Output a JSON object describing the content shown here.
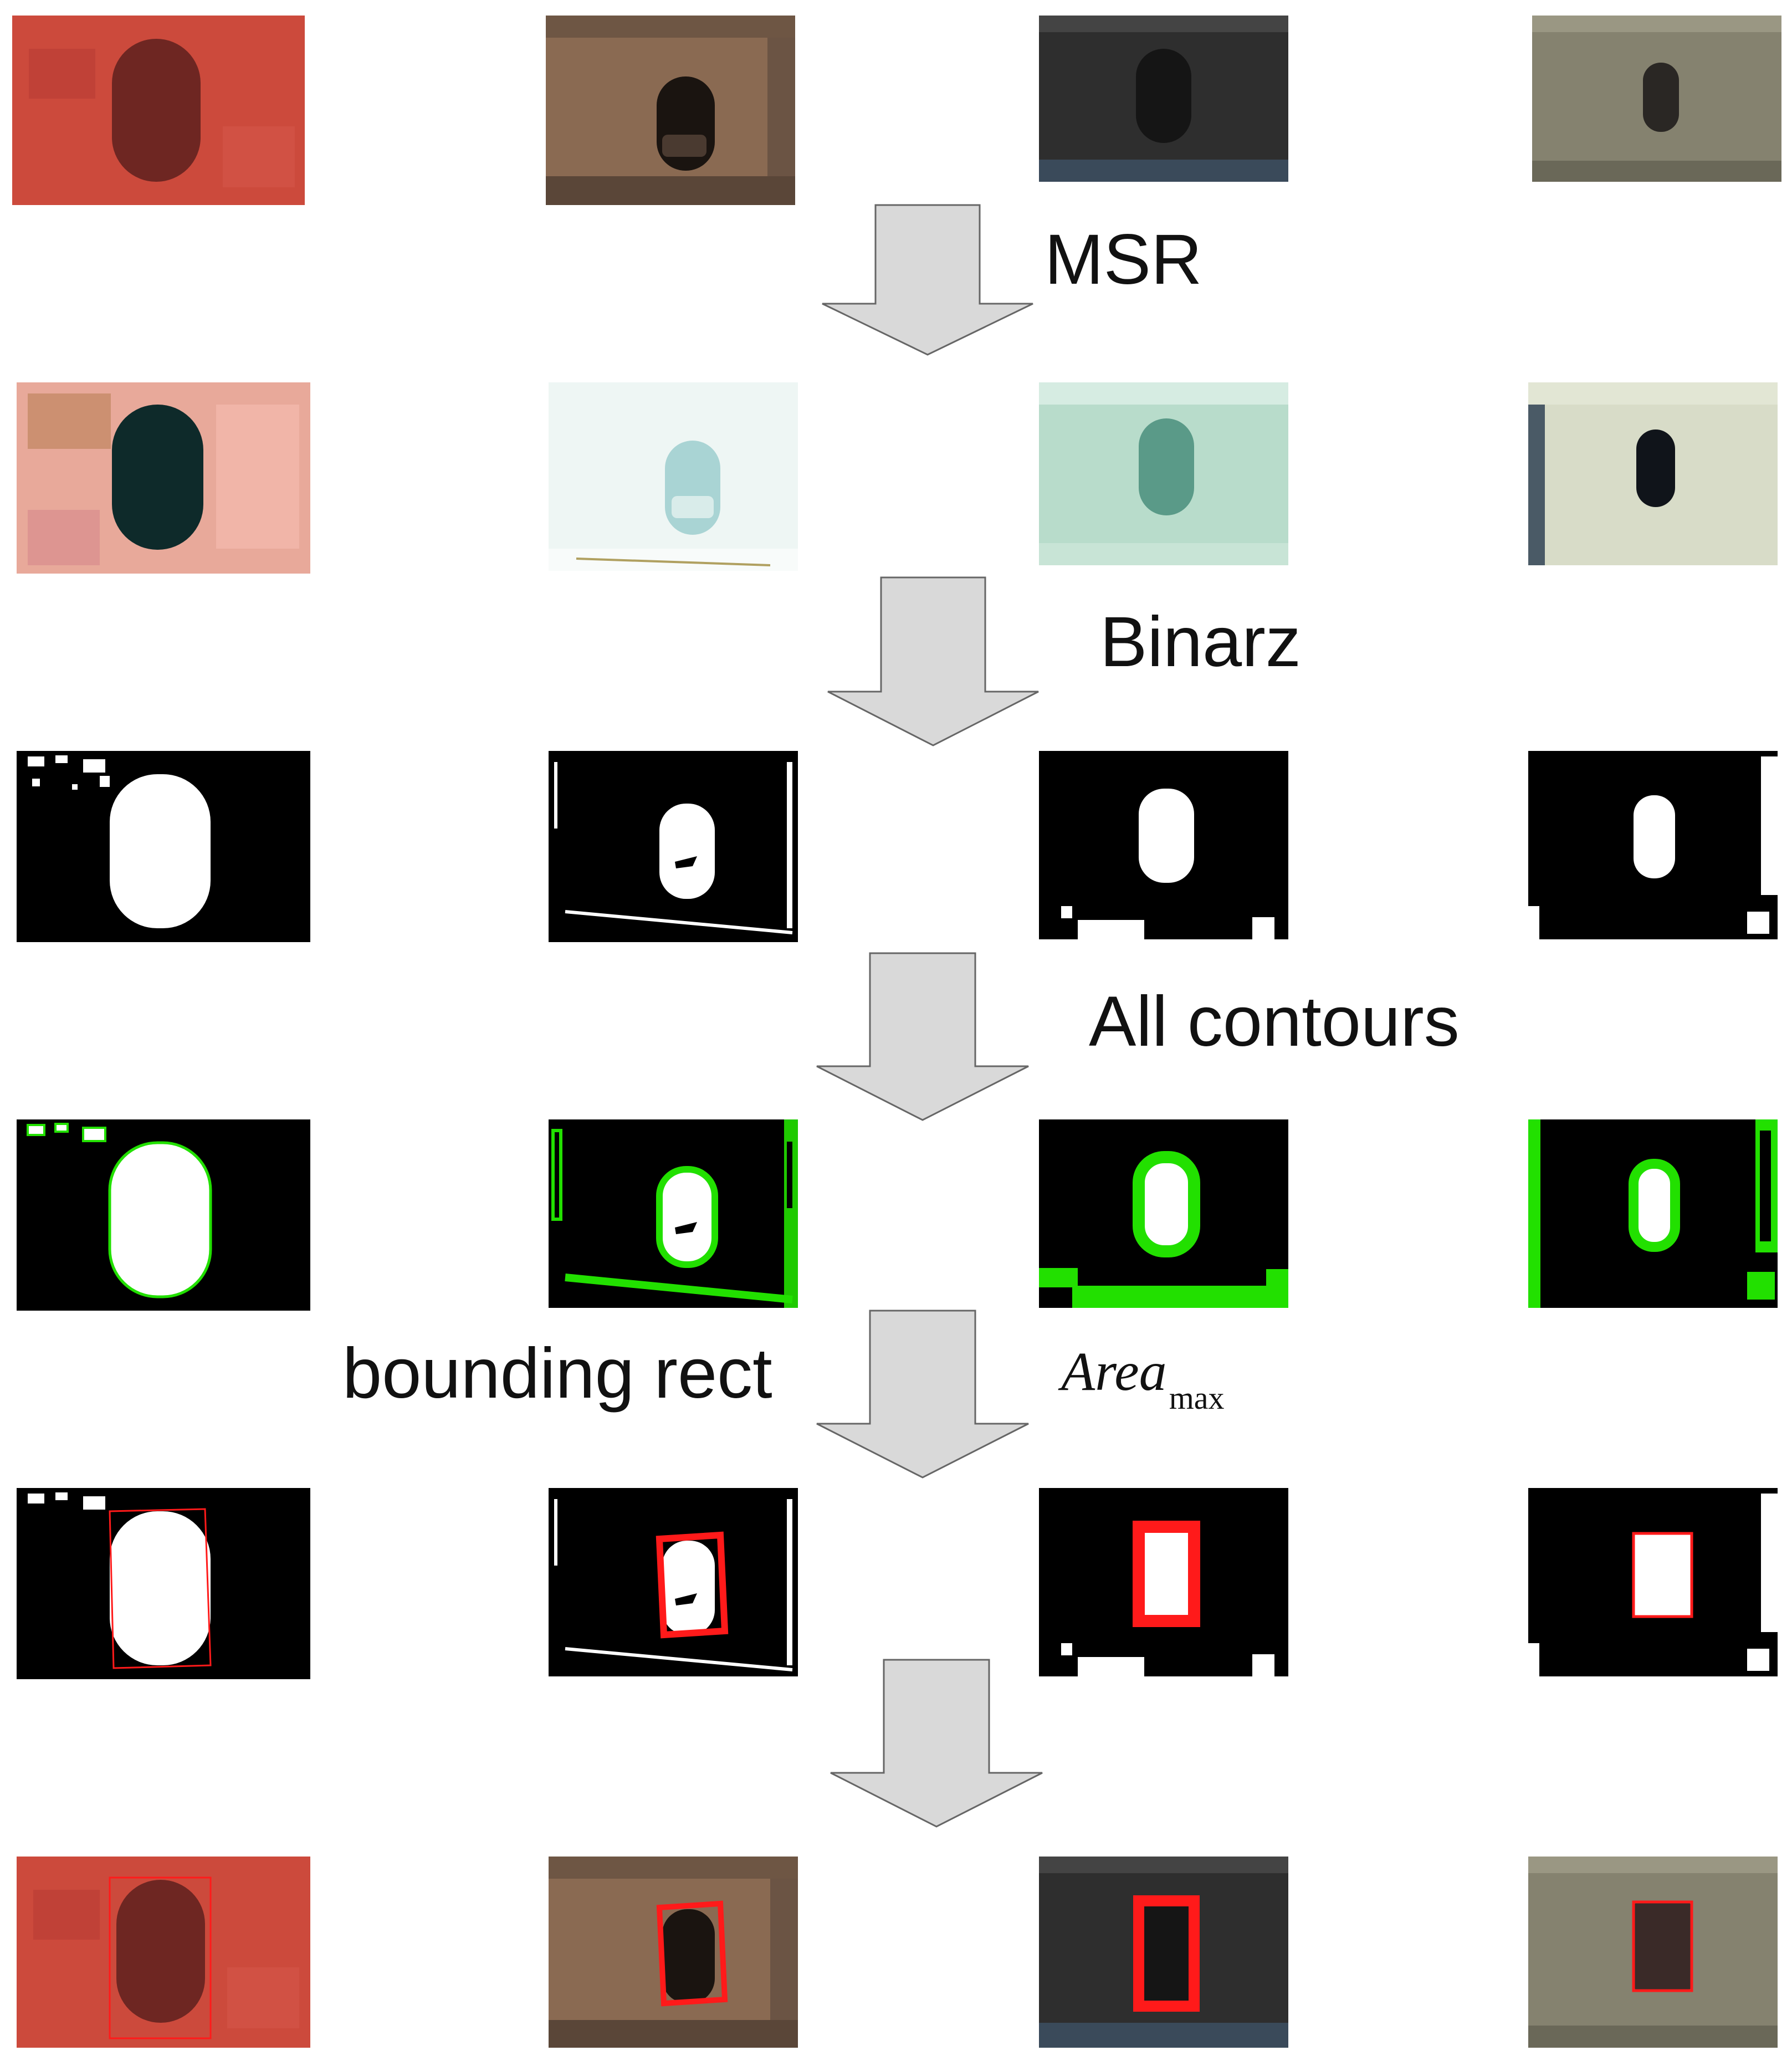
{
  "steps": {
    "msr": "MSR",
    "binarz": "Binarz",
    "all_contours": "All contours",
    "bounding_rect": "bounding rect",
    "area_main": "Area",
    "area_sub": "max"
  },
  "colors": {
    "background": "#ffffff",
    "arrow_fill": "#d9d9d9",
    "arrow_stroke": "#666666",
    "contour_green": "#22e000",
    "bbox_red": "#ff1a1a",
    "mask_black": "#000000",
    "mask_white": "#ffffff"
  }
}
